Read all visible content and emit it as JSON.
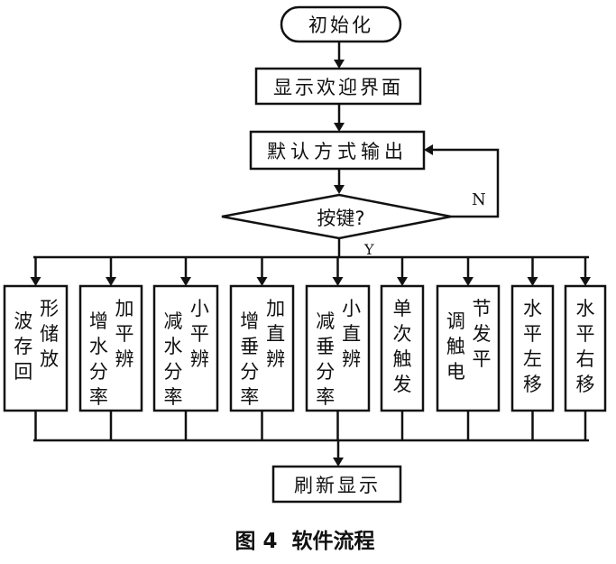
{
  "diagram": {
    "type": "flowchart",
    "nodes": {
      "init": "初始化",
      "welcome": "显示欢迎界面",
      "default_output": "默认方式输出",
      "decision": "按键?",
      "refresh": "刷新显示"
    },
    "edge_labels": {
      "yes": "Y",
      "no": "N"
    },
    "functions": [
      {
        "id": "waveform-store-replay",
        "columns": [
          "波存回",
          "形储放"
        ]
      },
      {
        "id": "increase-horizontal-resolution",
        "columns": [
          "增水分率",
          "加平辨"
        ]
      },
      {
        "id": "decrease-horizontal-resolution",
        "columns": [
          "减水分率",
          "小平辨"
        ]
      },
      {
        "id": "increase-vertical-resolution",
        "columns": [
          "增垂分率",
          "加直辨"
        ]
      },
      {
        "id": "decrease-vertical-resolution",
        "columns": [
          "减垂分率",
          "小直辨"
        ]
      },
      {
        "id": "single-trigger",
        "columns": [
          "单次触发"
        ]
      },
      {
        "id": "adjust-trigger-level",
        "columns": [
          "调触电",
          "节发平"
        ]
      },
      {
        "id": "horizontal-shift-left",
        "columns": [
          "水平左移"
        ]
      },
      {
        "id": "horizontal-shift-right",
        "columns": [
          "水平右移"
        ]
      }
    ],
    "caption": "图 4  软件流程"
  }
}
